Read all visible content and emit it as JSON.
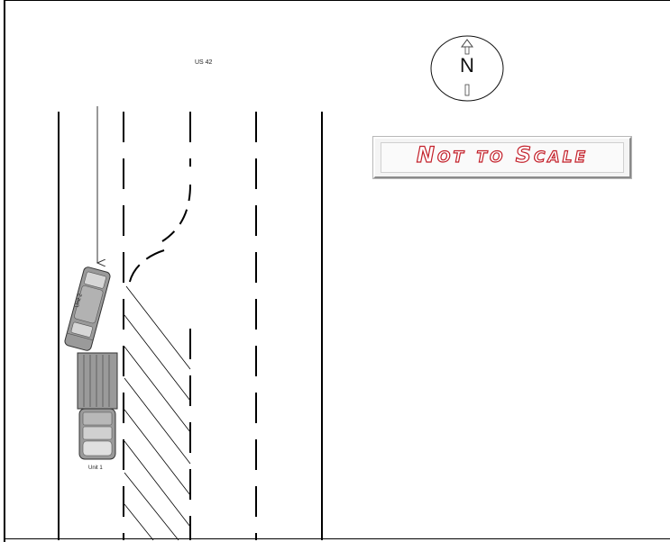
{
  "diagram": {
    "road_name": "US 42",
    "north_letter": "N",
    "scale_note": "Not to Scale",
    "units": [
      {
        "id": "unit-1",
        "label": "Unit 1"
      },
      {
        "id": "unit-2",
        "label": "Unit 2"
      }
    ],
    "colors": {
      "background": "#ffffff",
      "lines": "#000000",
      "scale_text_outline": "#c3202a",
      "vehicle_fill": "#9a9a9a"
    }
  }
}
